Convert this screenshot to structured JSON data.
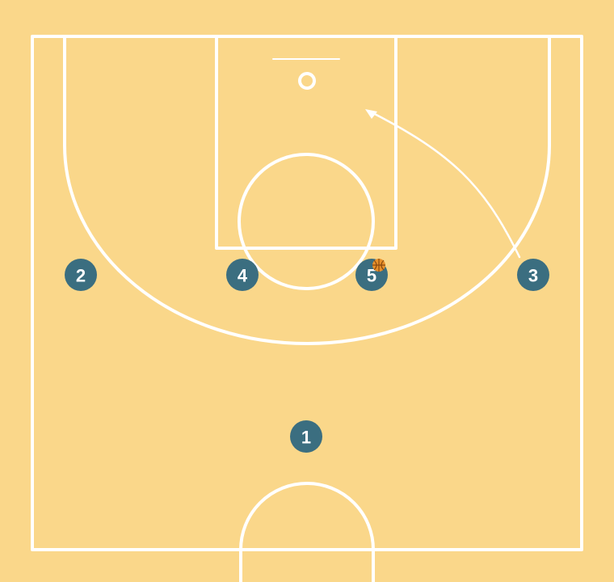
{
  "colors": {
    "court_floor": "#FAD78A",
    "court_lines": "#FFFFFF",
    "player_fill": "#3B6E80",
    "player_text": "#FFFFFF",
    "ball_fill": "#E8902A",
    "ball_seams": "#8A4A10",
    "movement_line": "#FFFFFF"
  },
  "players": [
    {
      "id": "p1",
      "label": "1"
    },
    {
      "id": "p2",
      "label": "2"
    },
    {
      "id": "p3",
      "label": "3"
    },
    {
      "id": "p4",
      "label": "4"
    },
    {
      "id": "p5",
      "label": "5"
    }
  ],
  "ball_holder": "5",
  "movements": [
    {
      "player": "3",
      "type": "cut",
      "icon": "arrow-head"
    }
  ]
}
